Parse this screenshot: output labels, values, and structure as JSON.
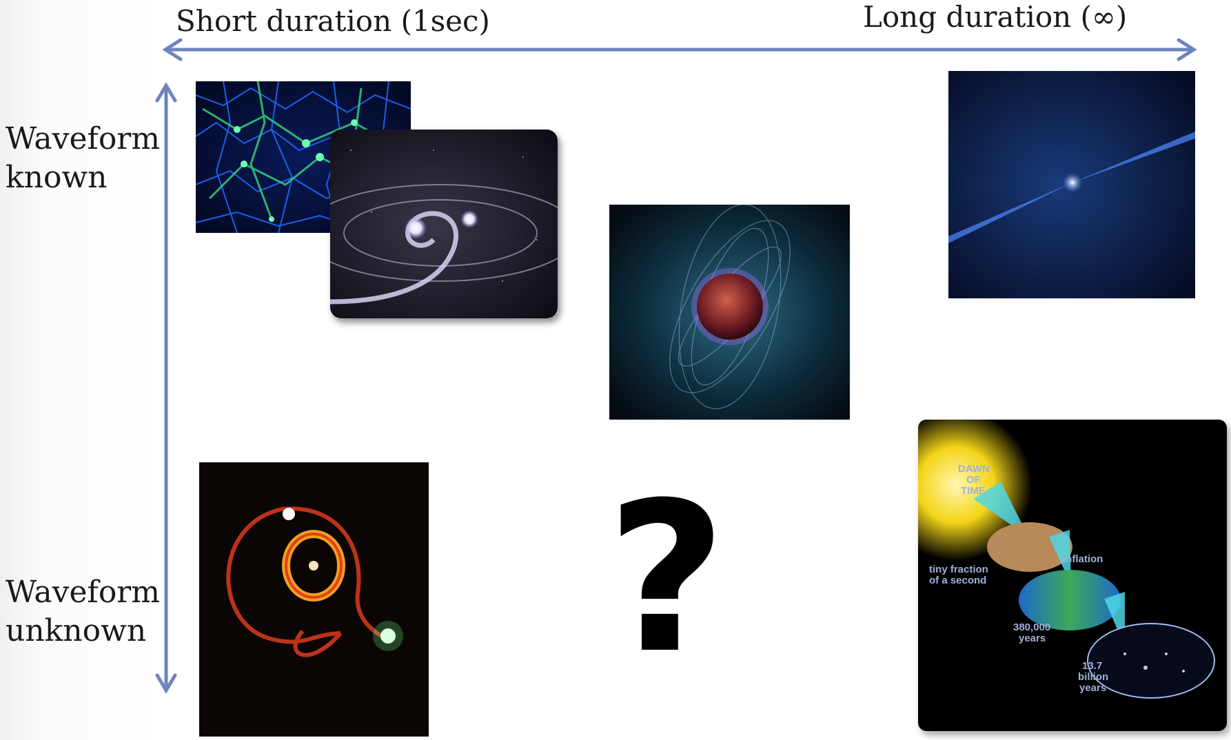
{
  "axes": {
    "short_label": "Short duration (1sec)",
    "long_label": "Long duration (∞)",
    "known_label_line1": "Waveform",
    "known_label_line2": "known",
    "unknown_label_line1": "Waveform",
    "unknown_label_line2": "unknown",
    "color": "#6d84bd"
  },
  "tiles": {
    "cosmic_web": {
      "icon": "cosmic-web-image"
    },
    "binary_inspiral": {
      "icon": "binary-inspiral-image"
    },
    "neutron_star": {
      "icon": "neutron-star-image"
    },
    "pulsar": {
      "icon": "pulsar-image"
    },
    "supernova": {
      "icon": "supernova-1987a-image"
    },
    "cosmology": {
      "icon": "cosmology-timeline-image",
      "dawn": "DAWN OF TIME",
      "dawn_l1": "DAWN",
      "dawn_l2": "OF",
      "dawn_l3": "TIME",
      "tiny_l1": "tiny fraction",
      "tiny_l2": "of a second",
      "inflation": "inflation",
      "years380_l1": "380,000",
      "years380_l2": "years",
      "years13_l1": "13.7",
      "years13_l2": "billion",
      "years13_l3": "years"
    }
  },
  "unknown_mark": "?"
}
